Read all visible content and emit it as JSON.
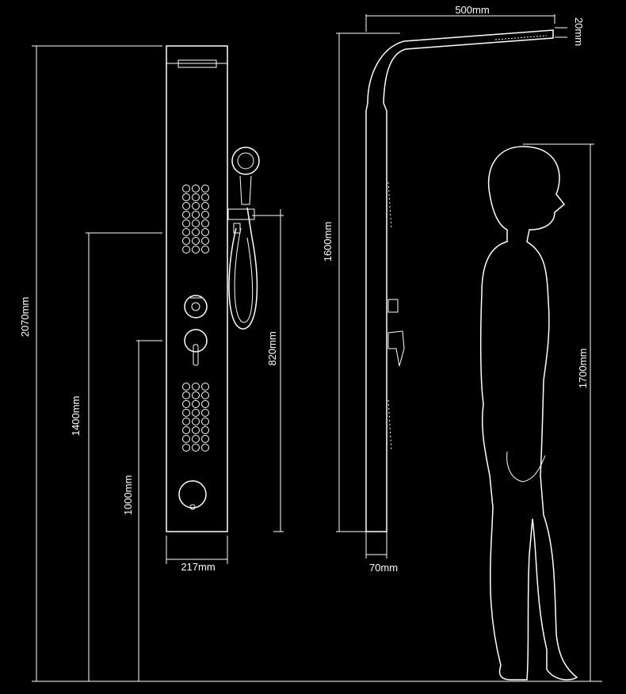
{
  "dimensions": {
    "total_height": "2070mm",
    "slide_bar_height": "1400mm",
    "mixer_height": "1000mm",
    "handshower_height": "820mm",
    "panel_width": "217mm",
    "panel_length": "1600mm",
    "panel_depth": "70mm",
    "arm_length": "500mm",
    "arm_drop": "20mm",
    "person_height": "1700mm"
  },
  "colors": {
    "background": "#000000",
    "line": "#ffffff"
  }
}
